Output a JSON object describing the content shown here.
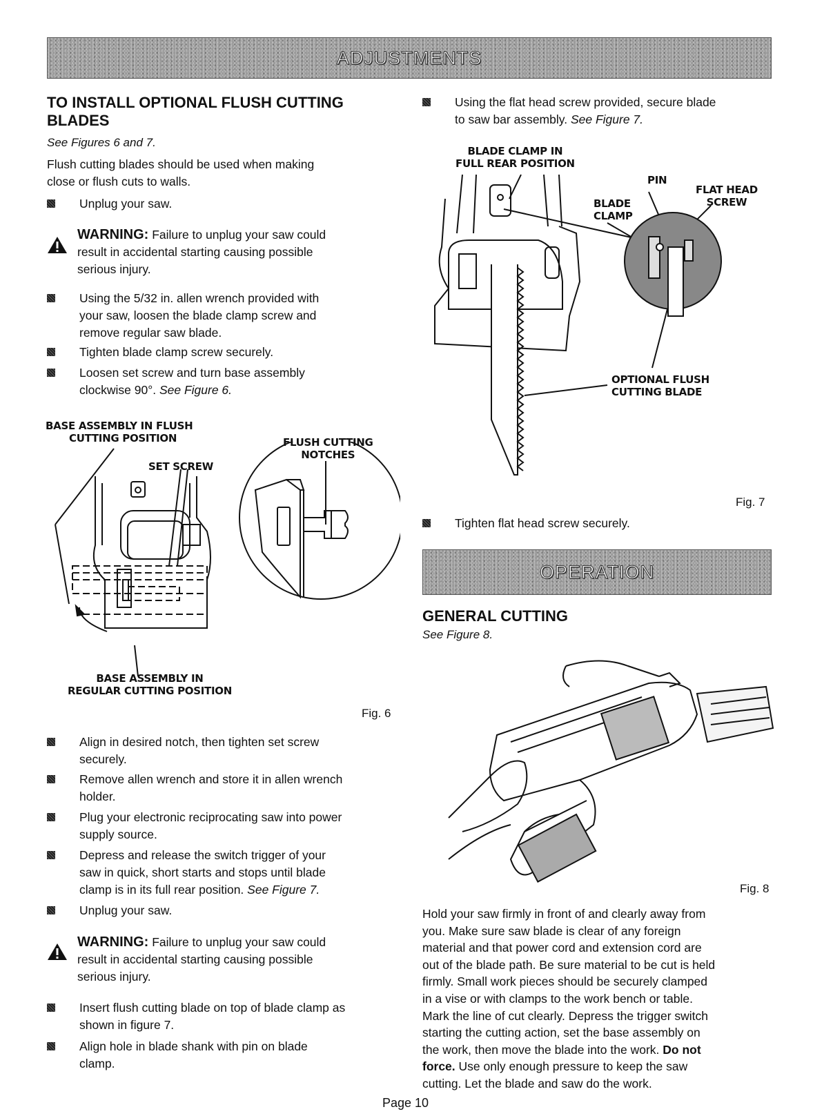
{
  "header": {
    "banner": "ADJUSTMENTS"
  },
  "install": {
    "title_line1": "TO INSTALL OPTIONAL FLUSH CUTTING",
    "title_line2": "BLADES",
    "see": "See Figures 6 and 7.",
    "intro_line1": "Flush cutting blades should be used when making",
    "intro_line2": "close or flush cuts to walls.",
    "step_unplug": "Unplug your saw.",
    "warning_label": "WARNING:",
    "warning_line1": "Failure to unplug your saw could",
    "warning_line2": "result in accidental starting causing possible",
    "warning_line3": "serious injury.",
    "step_allen_1": "Using the 5/32 in. allen wrench provided with",
    "step_allen_2": "your saw, loosen the blade clamp screw and",
    "step_allen_3": "remove regular saw blade.",
    "step_tighten": "Tighten blade clamp screw securely.",
    "step_loosen_1": "Loosen set screw and turn base assembly",
    "step_loosen_2": "clockwise 90°.",
    "step_loosen_ref": "See Figure 6."
  },
  "figure6": {
    "label_base_flush_1": "BASE ASSEMBLY IN FLUSH",
    "label_base_flush_2": "CUTTING POSITION",
    "label_set_screw": "SET SCREW",
    "label_notches_1": "FLUSH CUTTING",
    "label_notches_2": "NOTCHES",
    "label_base_regular_1": "BASE ASSEMBLY IN",
    "label_base_regular_2": "REGULAR CUTTING POSITION",
    "fig_label": "Fig. 6"
  },
  "steps2": {
    "align_1": "Align in desired notch, then tighten set screw",
    "align_2": "securely.",
    "remove_1": "Remove allen wrench and store it in allen wrench",
    "remove_2": "holder.",
    "plug_1": "Plug your electronic reciprocating saw into power",
    "plug_2": "supply source.",
    "depress_1": "Depress and release the switch trigger of your",
    "depress_2": "saw in quick, short starts and stops until blade",
    "depress_3": "clamp is in its full rear position.",
    "depress_ref": "See Figure 7.",
    "unplug": "Unplug your saw.",
    "warning_label": "WARNING:",
    "warning_line1": "Failure to unplug your saw could",
    "warning_line2": "result in accidental starting causing possible",
    "warning_line3": "serious injury.",
    "insert_1": "Insert flush cutting blade on top of blade clamp as",
    "insert_2": "shown in figure 7.",
    "hole_1": "Align hole in blade shank with pin on blade",
    "hole_2": "clamp."
  },
  "right": {
    "secure_1": "Using the flat head screw provided, secure blade",
    "secure_2": "to saw bar assembly.",
    "secure_ref": "See Figure 7."
  },
  "figure7": {
    "label_clamp_rear_1": "BLADE CLAMP IN",
    "label_clamp_rear_2": "FULL REAR POSITION",
    "label_pin": "PIN",
    "label_flat_head_1": "FLAT HEAD",
    "label_flat_head_2": "SCREW",
    "label_blade_clamp_1": "BLADE",
    "label_blade_clamp_2": "CLAMP",
    "label_optional_1": "OPTIONAL FLUSH",
    "label_optional_2": "CUTTING BLADE",
    "fig_label": "Fig. 7"
  },
  "tighten_flat": "Tighten flat head screw securely.",
  "operation": {
    "banner": "OPERATION",
    "title": "GENERAL CUTTING",
    "see": "See Figure 8.",
    "fig_label": "Fig. 8",
    "para": [
      "Hold your saw firmly in front of and clearly away from",
      "you. Make sure saw blade is clear of any foreign",
      "material and that power cord and extension cord are",
      "out of the blade path. Be sure material to be cut is held",
      "firmly. Small work pieces should be securely clamped",
      "in a vise or with clamps to the work bench or table.",
      "Mark the line of cut clearly. Depress the trigger switch",
      "starting the cutting action, set the base assembly on",
      "the work, then move the blade into the work."
    ],
    "para_bold": "Do not",
    "para_bold2": "force.",
    "para_tail1": "Use only enough pressure to keep the saw",
    "para_tail2": "cutting. Let the blade and saw do the work."
  },
  "footer": {
    "page": "Page 10"
  }
}
